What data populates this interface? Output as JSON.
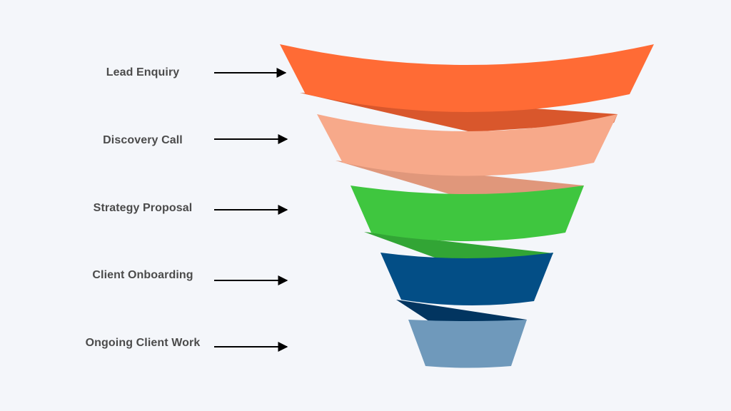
{
  "stages": [
    {
      "label": "Lead Enquiry",
      "color": "#ff6b35",
      "shadow_color": "#d9572c"
    },
    {
      "label": "Discovery Call",
      "color": "#f7a98a",
      "shadow_color": "#e0977b"
    },
    {
      "label": "Strategy Proposal",
      "color": "#3fc63f",
      "shadow_color": "#32a535"
    },
    {
      "label": "Client Onboarding",
      "color": "#034e86",
      "shadow_color": "#023560"
    },
    {
      "label": "Ongoing Client Work",
      "color": "#6f99bb",
      "shadow_color": null
    }
  ],
  "arrow_color": "#000000",
  "background_color": "#f4f6fa"
}
